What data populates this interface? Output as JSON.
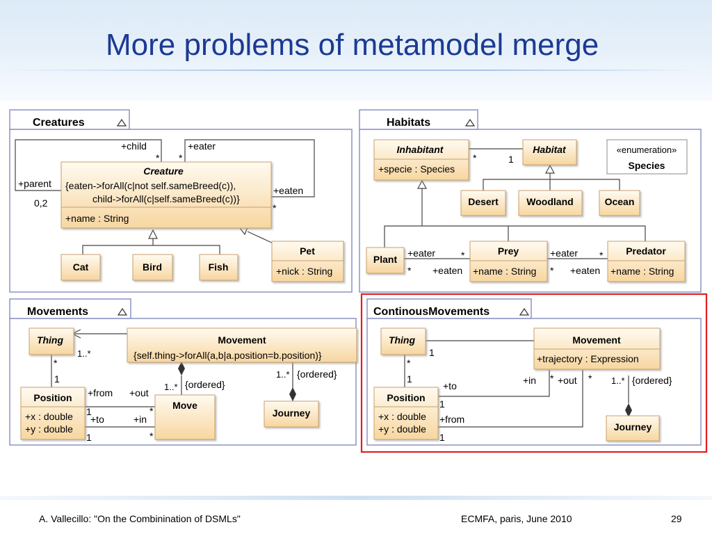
{
  "slide": {
    "title": "More problems of metamodel merge",
    "footer_left": "A. Vallecillo: \"On the Combinination of DSMLs\"",
    "footer_center": "ECMFA, paris, June 2010",
    "page_number": "29"
  },
  "colors": {
    "title": "#1b3a93",
    "class_fill_top": "#fffaf0",
    "class_fill_bottom": "#f7d6a0",
    "class_border": "#c8a06a",
    "package_border": "#8a93c4",
    "highlight_border": "#e02020"
  },
  "packages": {
    "creatures": {
      "name": "Creatures",
      "creature": {
        "name": "Creature",
        "constraint_1": "{eaten->forAll(c|not self.sameBreed(c)),",
        "constraint_2": "child->forAll(c|self.sameBreed(c))}",
        "attribute": "+name : String"
      },
      "cat": "Cat",
      "bird": "Bird",
      "fish": "Fish",
      "pet": {
        "name": "Pet",
        "attribute": "+nick : String"
      },
      "labels": {
        "child": "+child",
        "eater": "+eater",
        "parent": "+parent",
        "eaten": "+eaten",
        "mult_parent": "0,2",
        "star_1": "*",
        "star_2": "*",
        "star_3": "*"
      }
    },
    "habitats": {
      "name": "Habitats",
      "inhabitant": {
        "name": "Inhabitant",
        "attribute": "+specie : Species"
      },
      "habitat": "Habitat",
      "enumeration": {
        "stereotype": "«enumeration»",
        "name": "Species"
      },
      "desert": "Desert",
      "woodland": "Woodland",
      "ocean": "Ocean",
      "plant": "Plant",
      "prey": {
        "name": "Prey",
        "attribute": "+name : String"
      },
      "predator": {
        "name": "Predator",
        "attribute": "+name : String"
      },
      "labels": {
        "inh_star": "*",
        "hab_one": "1",
        "eater_1": "+eater",
        "star_a": "*",
        "star_b": "*",
        "eaten_1": "+eaten",
        "eater_2": "+eater",
        "star_c": "*",
        "star_d": "*",
        "eaten_2": "+eaten"
      }
    },
    "movements": {
      "name": "Movements",
      "thing": "Thing",
      "movement": {
        "name": "Movement",
        "constraint": "{self.thing->forAll(a,b|a.position=b.position)}"
      },
      "position": {
        "name": "Position",
        "attr_x": "+x : double",
        "attr_y": "+y : double"
      },
      "move": "Move",
      "journey": "Journey",
      "labels": {
        "one_many_a": "1..*",
        "star_thing": "*",
        "one_pos": "1",
        "from": "+from",
        "out": "+out",
        "one_many_b": "1..*",
        "ordered_a": "{ordered}",
        "one_many_c": "1..*",
        "ordered_b": "{ordered}",
        "one_from": "1",
        "to": "+to",
        "in": "+in",
        "star_out": "*",
        "one_to": "1",
        "star_in": "*"
      }
    },
    "continous": {
      "name": "ContinousMovements",
      "thing": "Thing",
      "movement": {
        "name": "Movement",
        "attribute": "+trajectory : Expression"
      },
      "position": {
        "name": "Position",
        "attr_x": "+x : double",
        "attr_y": "+y : double"
      },
      "journey": "Journey",
      "labels": {
        "one_thing": "1",
        "star_thing": "*",
        "one_pos": "1",
        "to": "+to",
        "in": "+in",
        "star_in": "*",
        "out": "+out",
        "star_out": "*",
        "one_many": "1..*",
        "ordered": "{ordered}",
        "one_to": "1",
        "from": "+from",
        "one_from": "1"
      }
    }
  }
}
